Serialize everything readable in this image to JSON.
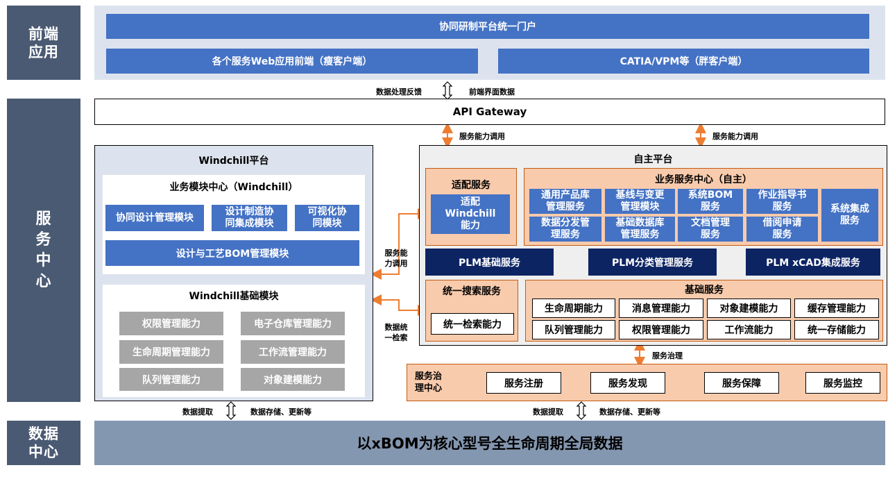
{
  "layers": {
    "frontend": "前端\n应用",
    "service": "服\n务\n中\n心",
    "data": "数据\n中心"
  },
  "frontend": {
    "portal": "协同研制平台统一门户",
    "thin_client": "各个服务Web应用前端（瘦客户端）",
    "thick_client": "CATIA/VPM等（胖客户端）"
  },
  "connectors": {
    "feedback": "数据处理反馈",
    "frontend_data": "前端界面数据",
    "capability_call": "服务能力调用",
    "capability_call_2": "服务能力调用",
    "side_capability": "服务能\n力调用",
    "side_search": "数据统\n一检索",
    "governance": "服务治理",
    "extract_left": "数据提取",
    "store_left": "数据存储、更新等",
    "extract_right": "数据提取",
    "store_right": "数据存储、更新等"
  },
  "gateway": "API Gateway",
  "windchill": {
    "title": "Windchill平台",
    "business_center": {
      "title": "业务模块中心（Windchill）",
      "modules": [
        "协同设计管理模块",
        "设计制造协\n同集成模块",
        "可视化协\n同模块"
      ],
      "bom": "设计与工艺BOM管理模块"
    },
    "base": {
      "title": "Windchill基础模块",
      "items": [
        "权限管理能力",
        "电子仓库管理能力",
        "生命周期管理能力",
        "工作流管理能力",
        "队列管理能力",
        "对象建模能力"
      ]
    }
  },
  "self": {
    "title": "自主平台",
    "adapter": {
      "title": "适配服务",
      "item": "适配\nWindchill\n能力"
    },
    "biz_center": {
      "title": "业务服务中心（自主）",
      "items": [
        "通用产品库\n管理服务",
        "基线与变更\n管理模块",
        "系统BOM\n服务",
        "作业指导书\n服务",
        "数据分发管\n理服务",
        "基础数据库\n管理服务",
        "文档管理\n服务",
        "借阅申请\n服务"
      ],
      "integration": "系统集成\n服务"
    },
    "plm": [
      "PLM基础服务",
      "PLM分类管理服务",
      "PLM xCAD集成服务"
    ],
    "search": {
      "title": "统一搜索服务",
      "item": "统一检索能力"
    },
    "base": {
      "title": "基础服务",
      "items": [
        "生命周期能力",
        "消息管理能力",
        "对象建模能力",
        "缓存管理能力",
        "队列管理能力",
        "权限管理能力",
        "工作流能力",
        "统一存储能力"
      ]
    },
    "governance": {
      "title": "服务治\n理中心",
      "items": [
        "服务注册",
        "服务发现",
        "服务保障",
        "服务监控"
      ]
    }
  },
  "data_center": "以xBOM为核心型号全生命周期全局数据",
  "colors": {
    "layer": "#4b5a73",
    "blue": "#4472c4",
    "navy": "#0d2463",
    "peach": "#f8cbad",
    "orange": "#ed7d31",
    "grey": "#a6a6a6"
  }
}
